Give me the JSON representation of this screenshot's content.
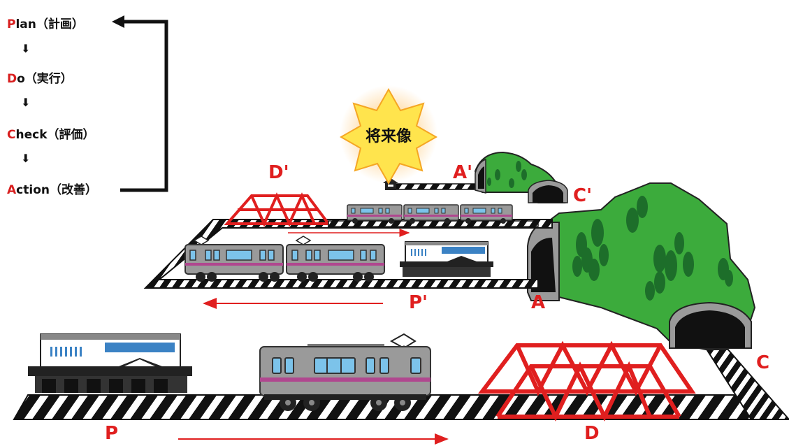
{
  "pdca": {
    "plan": {
      "initial": "P",
      "rest": "lan（計画）"
    },
    "do": {
      "initial": "D",
      "rest": "o（実行）"
    },
    "check": {
      "initial": "C",
      "rest": "heck（評価）"
    },
    "action": {
      "initial": "A",
      "rest": "ction（改善）"
    },
    "down_arrow": "⬇"
  },
  "labels": {
    "P": "P",
    "D": "D",
    "A": "A",
    "C": "C",
    "P_prime": "P'",
    "D_prime": "D'",
    "A_prime": "A'",
    "C_prime": "C'"
  },
  "future_vision": "将来像",
  "colors": {
    "accent_red": "#e01f1f",
    "forest_green": "#3cab3c",
    "tree_dark": "#1d6e2a",
    "train_body": "#9a9a9a",
    "train_stripe": "#b0478f",
    "star_yellow": "#ffe44d"
  }
}
